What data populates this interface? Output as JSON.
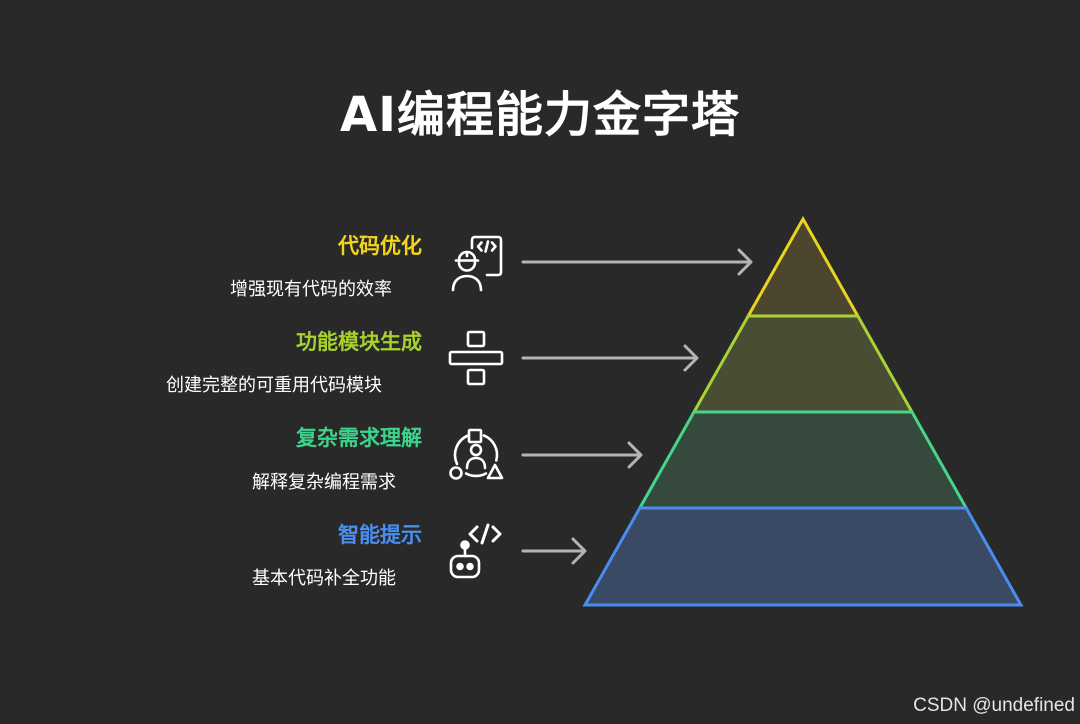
{
  "title": "AI编程能力金字塔",
  "levels": [
    {
      "label": "代码优化",
      "description": "增强现有代码的效率",
      "icon": "developer-code-icon",
      "label_color": "#f3d51c",
      "layer_fill": "#4d462e",
      "layer_stroke": "#ecd41e"
    },
    {
      "label": "功能模块生成",
      "description": "创建完整的可重用代码模块",
      "icon": "module-blocks-icon",
      "label_color": "#a6d22d",
      "layer_fill": "#484d34",
      "layer_stroke": "#a9d234"
    },
    {
      "label": "复杂需求理解",
      "description": "解释复杂编程需求",
      "icon": "requirements-person-icon",
      "label_color": "#3cd48b",
      "layer_fill": "#35493d",
      "layer_stroke": "#44d68a"
    },
    {
      "label": "智能提示",
      "description": "基本代码补全功能",
      "icon": "robot-code-icon",
      "label_color": "#4a8ff0",
      "layer_fill": "#3a4a65",
      "layer_stroke": "#4a8df0"
    }
  ],
  "colors": {
    "background": "#292929",
    "title": "#ffffff",
    "description": "#ffffff",
    "icon": "#ffffff",
    "arrow": "#b4b4b4",
    "watermark": "#e4e4e4"
  },
  "watermark": "CSDN @undefined"
}
